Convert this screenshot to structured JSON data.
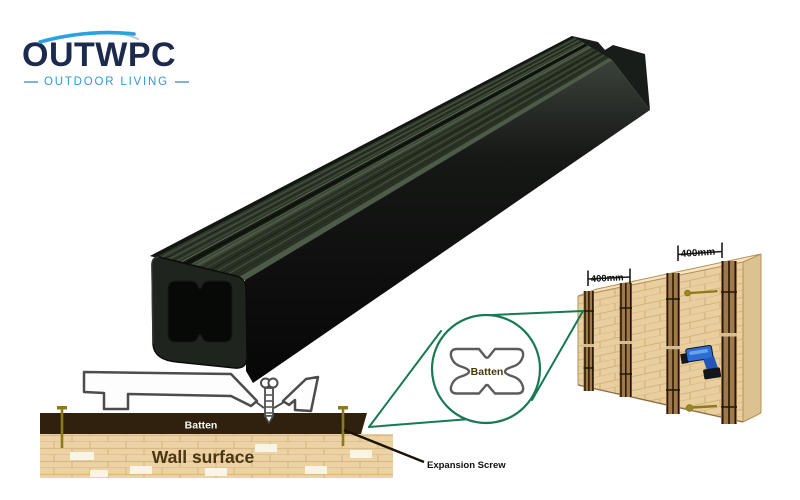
{
  "logo": {
    "brand": "OUTWPC",
    "tagline": "OUTDOOR LIVING"
  },
  "cross_section_diagram": {
    "batten_label": "Batten",
    "wall_surface_label": "Wall surface",
    "expansion_screw_label": "Expansion Screw"
  },
  "profile_callout": {
    "batten_label": "Batten"
  },
  "installation_diagram": {
    "spacing_labels": [
      "400mm",
      "400mm"
    ]
  },
  "colors": {
    "brand_navy": "#1c2b4d",
    "brand_blue": "#2f9ad0",
    "callout_green": "#177a52",
    "batten_brown": "#30200e",
    "wall_tan": "#ecd2a4",
    "screw_olive": "#8c7a1c",
    "drill_blue": "#2a6ed6"
  }
}
